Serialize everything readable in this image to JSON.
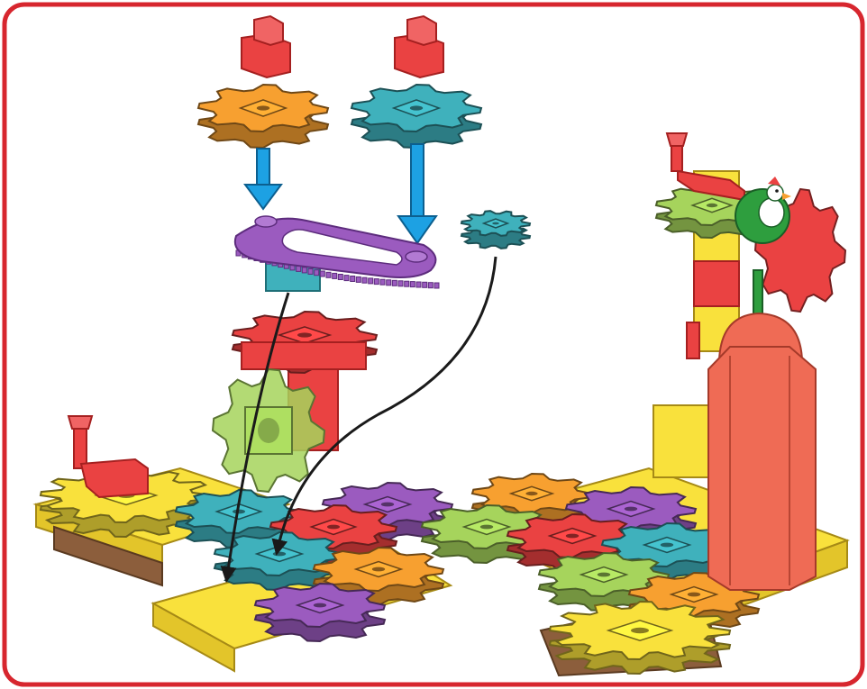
{
  "frame": {
    "border_color": "#d7262e",
    "background": "#ffffff"
  },
  "colors": {
    "orange": "#f7a030",
    "teal": "#3fb1bc",
    "purple": "#9b5bbf",
    "red": "#ea4242",
    "lime": "#a6d45c",
    "yellow": "#f9e13c",
    "brown": "#8c5e3c",
    "salmon": "#ef6b55",
    "arrow_blue": "#1da1e3",
    "pointer": "#1a1a1a",
    "rooster_green": "#2e9e3e"
  },
  "parts": {
    "top_caps": 2,
    "loose_gears": [
      "orange",
      "teal",
      "teal-small"
    ],
    "chain_plate": "purple",
    "crank_handles": 2,
    "tower": "red",
    "rooster": true
  }
}
